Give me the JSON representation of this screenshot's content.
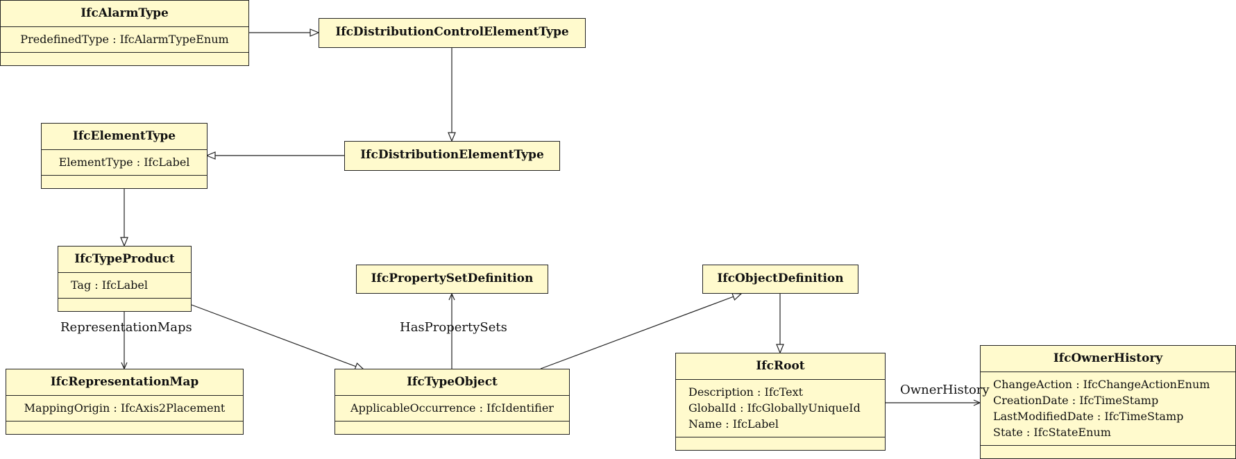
{
  "classes": {
    "alarm_type": {
      "name": "IfcAlarmType",
      "attrs": [
        "PredefinedType : IfcAlarmTypeEnum"
      ]
    },
    "distribution_control_element_type": {
      "name": "IfcDistributionControlElementType"
    },
    "element_type": {
      "name": "IfcElementType",
      "attrs": [
        "ElementType : IfcLabel"
      ]
    },
    "distribution_element_type": {
      "name": "IfcDistributionElementType"
    },
    "type_product": {
      "name": "IfcTypeProduct",
      "attrs": [
        "Tag : IfcLabel"
      ]
    },
    "property_set_definition": {
      "name": "IfcPropertySetDefinition"
    },
    "object_definition": {
      "name": "IfcObjectDefinition"
    },
    "representation_map": {
      "name": "IfcRepresentationMap",
      "attrs": [
        "MappingOrigin : IfcAxis2Placement"
      ]
    },
    "type_object": {
      "name": "IfcTypeObject",
      "attrs": [
        "ApplicableOccurrence : IfcIdentifier"
      ]
    },
    "root": {
      "name": "IfcRoot",
      "attrs": [
        "Description : IfcText",
        "GlobalId : IfcGloballyUniqueId",
        "Name : IfcLabel"
      ]
    },
    "owner_history": {
      "name": "IfcOwnerHistory",
      "attrs": [
        "ChangeAction : IfcChangeActionEnum",
        "CreationDate : IfcTimeStamp",
        "LastModifiedDate : IfcTimeStamp",
        "State : IfcStateEnum"
      ]
    }
  },
  "associations": {
    "representation_maps": "RepresentationMaps",
    "has_property_sets": "HasPropertySets",
    "owner_history": "OwnerHistory"
  }
}
